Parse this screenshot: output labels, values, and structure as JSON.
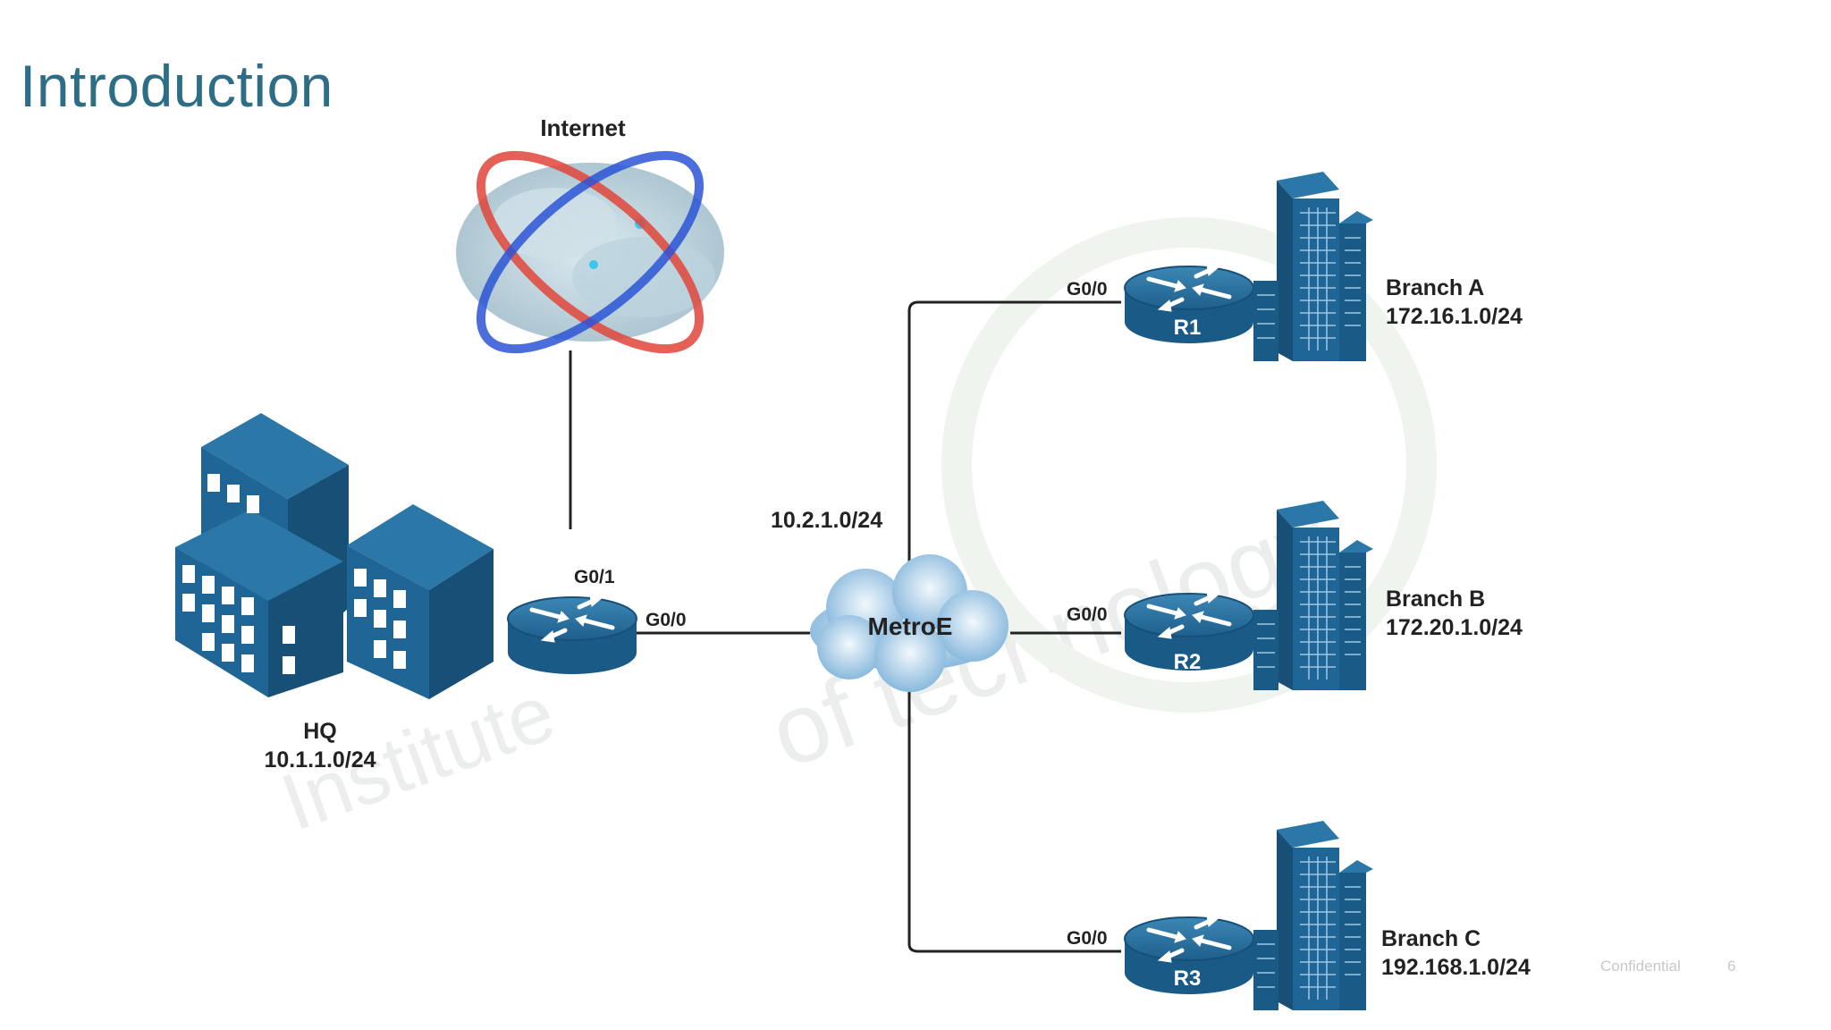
{
  "slide": {
    "title": "Introduction"
  },
  "diagram": {
    "internet": {
      "label": "Internet"
    },
    "hq": {
      "name": "HQ",
      "subnet": "10.1.1.0/24",
      "router_interfaces": {
        "up": "G0/1",
        "right": "G0/0"
      }
    },
    "metro": {
      "label": "MetroE",
      "subnet": "10.2.1.0/24"
    },
    "branches": [
      {
        "router": "R1",
        "interface": "G0/0",
        "name": "Branch A",
        "subnet": "172.16.1.0/24"
      },
      {
        "router": "R2",
        "interface": "G0/0",
        "name": "Branch B",
        "subnet": "172.20.1.0/24"
      },
      {
        "router": "R3",
        "interface": "G0/0",
        "name": "Branch C",
        "subnet": "192.168.1.0/24"
      }
    ]
  },
  "footer": {
    "confidential": "Confidential",
    "page_number": "6"
  },
  "colors": {
    "title": "#2d6e86",
    "icon_blue": "#1e5f8c",
    "icon_blue_light": "#2b78a8",
    "line": "#222222"
  },
  "icons": [
    "internet-cloud-icon",
    "building-icon",
    "router-icon",
    "metro-cloud-icon"
  ]
}
